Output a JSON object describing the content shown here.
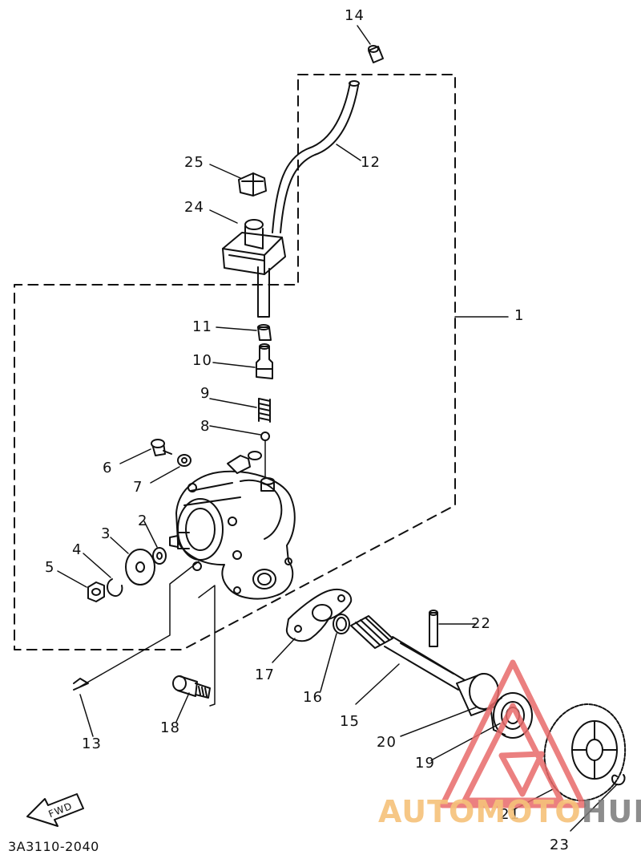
{
  "diagram_code": "3A3110-2040",
  "fwd_label": "FWD",
  "watermark": {
    "part1": "AUTOMOTO",
    "part2": "HUB"
  },
  "callouts": {
    "c1": "1",
    "c2": "2",
    "c3": "3",
    "c4": "4",
    "c5": "5",
    "c6": "6",
    "c7": "7",
    "c8": "8",
    "c9": "9",
    "c10": "10",
    "c11": "11",
    "c12": "12",
    "c13": "13",
    "c14": "14",
    "c15": "15",
    "c16": "16",
    "c17": "17",
    "c18": "18",
    "c19": "19",
    "c20": "20",
    "c21": "21",
    "c22": "22",
    "c23": "23",
    "c24": "24",
    "c25": "25"
  },
  "colors": {
    "line": "#111111",
    "watermark_red": "#e86a6a",
    "watermark_orange": "#f6c27a",
    "watermark_gray": "#7a7a7a"
  }
}
